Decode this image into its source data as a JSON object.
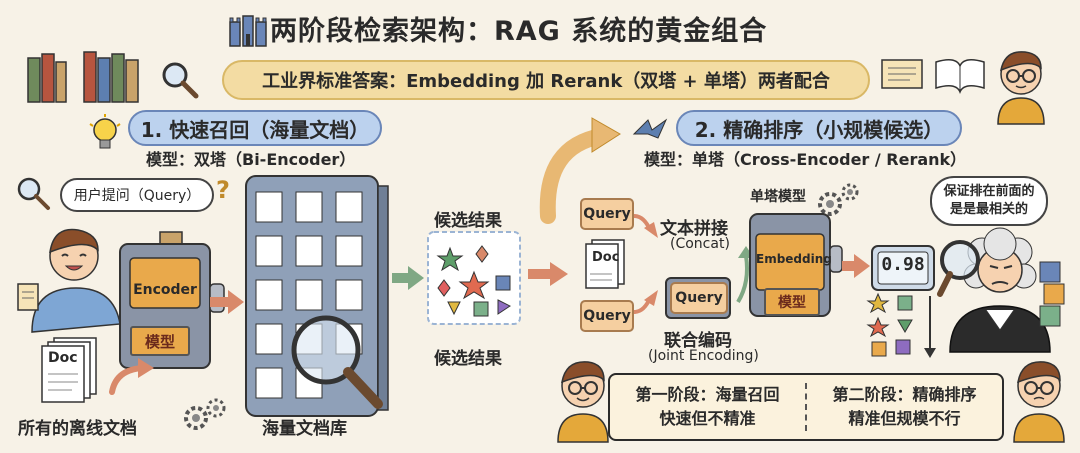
{
  "header": {
    "title": "两阶段检索架构：RAG 系统的黄金组合",
    "subtitle": "工业界标准答案：Embedding 加 Rerank（双塔 + 单塔）两者配合"
  },
  "stage1": {
    "title": "1. 快速召回（海量文档）",
    "model": "模型：双塔（Bi-Encoder）",
    "user_bubble": "用户提问（Query）",
    "encoder_label": "Encoder",
    "model_chip": "模型",
    "doc_label": "Doc",
    "offline_docs_label": "所有的离线文档",
    "library_label": "海量文档库",
    "candidates_top": "候选结果",
    "candidates_bottom": "候选结果"
  },
  "stage2": {
    "title": "2. 精确排序（小规模候选）",
    "model": "模型：单塔（Cross-Encoder / Rerank）",
    "query_top": "Query",
    "doc_label": "Doc",
    "query_bottom": "Query",
    "concat_label": "文本拼接",
    "concat_en": "(Concat)",
    "joint_query": "Query",
    "joint_label": "联合编码",
    "joint_en": "(Joint Encoding)",
    "single_tower_label": "单塔模型",
    "embedding_label": "Embedding",
    "model_chip": "模型",
    "score": "0.98",
    "judge_bubble_line1": "保证排在前面的",
    "judge_bubble_line2": "是是最相关的"
  },
  "summary": {
    "left_line1": "第一阶段：海量召回",
    "left_line2": "快速但不精准",
    "right_line1": "第二阶段：精确排序",
    "right_line2": "精准但规模不行"
  },
  "colors": {
    "background": "#f7f2e7",
    "stage_pill": "#bcd2ee",
    "subtitle_bg": "#f3dca3",
    "arrow": "#d9896a",
    "machine": "#8a94a6"
  },
  "icons": [
    "castle-icon",
    "books-icon",
    "magnifier-icon",
    "scroll-icon",
    "lightbulb-icon",
    "gear-icon",
    "judge-figure",
    "score-display",
    "shapes-icon"
  ]
}
